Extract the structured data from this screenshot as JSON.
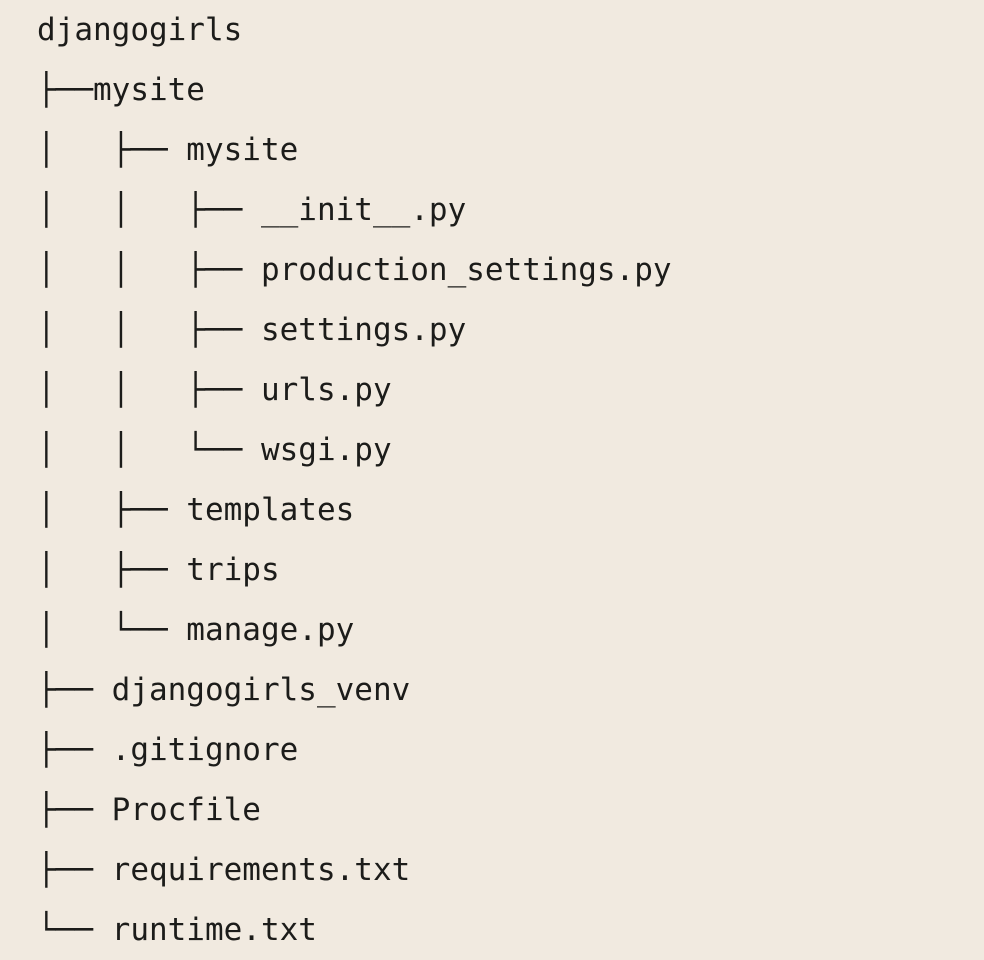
{
  "colors": {
    "background": "#f1eae0",
    "text": "#1c1c1a"
  },
  "tree": {
    "root": "djangogirls",
    "lines": [
      "djangogirls",
      "├──mysite",
      "│   ├── mysite",
      "│   │   ├── __init__.py",
      "│   │   ├── production_settings.py",
      "│   │   ├── settings.py",
      "│   │   ├── urls.py",
      "│   │   └── wsgi.py",
      "│   ├── templates",
      "│   ├── trips",
      "│   └── manage.py",
      "├── djangogirls_venv",
      "├── .gitignore",
      "├── Procfile",
      "├── requirements.txt",
      "└── runtime.txt"
    ]
  }
}
